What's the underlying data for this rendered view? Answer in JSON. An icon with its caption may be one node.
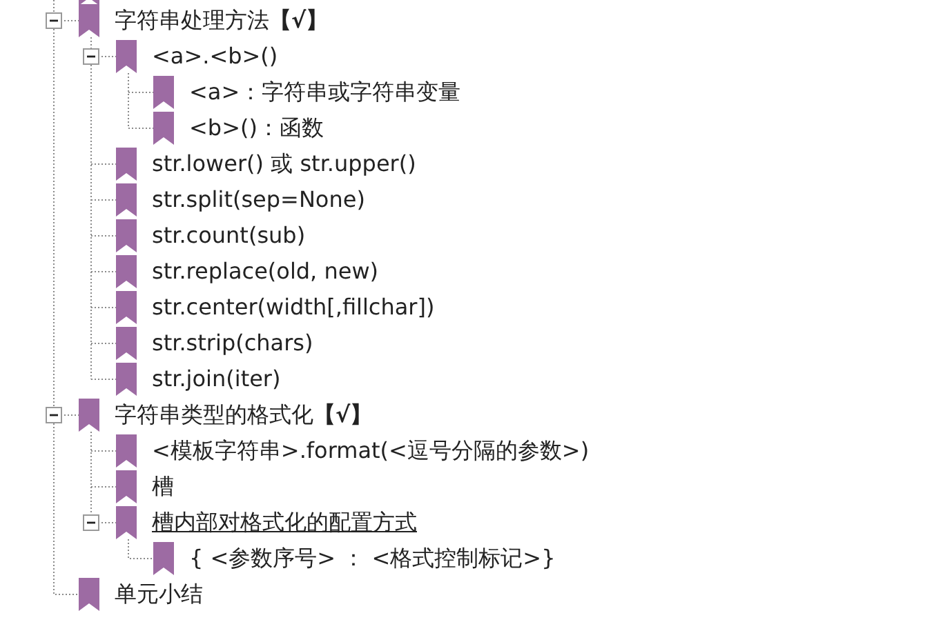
{
  "diagram": {
    "nodes": [
      {
        "text": [
          "字符串处理方法**【√】**"
        ]
      },
      {
        "text": [
          "<a>.<b>()"
        ]
      },
      {
        "text": [
          "<a>：字符串或字符串变量"
        ]
      },
      {
        "text": [
          "<b>()：函数"
        ]
      },
      {
        "text": [
          "str.lower() 或 str.upper()"
        ]
      },
      {
        "text": [
          "str.split(sep=None)"
        ]
      },
      {
        "text": [
          "str.count(sub)"
        ]
      },
      {
        "text": [
          "str.replace(old, new)"
        ]
      },
      {
        "text": [
          "str.center(width[,fillchar])"
        ]
      },
      {
        "text": [
          "str.strip(chars)"
        ]
      },
      {
        "text": [
          "str.join(iter)"
        ]
      },
      {
        "text": [
          "字符串类型的格式化**【√】**"
        ]
      },
      {
        "text": [
          "<模板字符串>.format(<逗号分隔的参数>)"
        ]
      },
      {
        "text": [
          "槽"
        ]
      },
      {
        "text": [
          "槽内部对格式化的配置方式"
        ]
      },
      {
        "text": [
          "{ <参数序号> ： <格式控制标记>}"
        ]
      },
      {
        "text": [
          "单元小结"
        ]
      }
    ],
    "edges": [
      {
        "from": null,
        "to": 0,
        "arrow": "none"
      },
      {
        "from": 0,
        "to": 1,
        "arrow": "none"
      },
      {
        "from": 1,
        "to": 2,
        "arrow": "none"
      },
      {
        "from": 1,
        "to": 3,
        "arrow": "none"
      },
      {
        "from": 0,
        "to": 4,
        "arrow": "none"
      },
      {
        "from": 0,
        "to": 5,
        "arrow": "none"
      },
      {
        "from": 0,
        "to": 6,
        "arrow": "none"
      },
      {
        "from": 0,
        "to": 7,
        "arrow": "none"
      },
      {
        "from": 0,
        "to": 8,
        "arrow": "none"
      },
      {
        "from": 0,
        "to": 9,
        "arrow": "none"
      },
      {
        "from": 0,
        "to": 10,
        "arrow": "none"
      },
      {
        "from": 0,
        "to": 11,
        "arrow": "none"
      },
      {
        "from": 11,
        "to": 12,
        "arrow": "none"
      },
      {
        "from": 11,
        "to": 13,
        "arrow": "none"
      },
      {
        "from": 11,
        "to": 14,
        "arrow": "none"
      },
      {
        "from": 14,
        "to": 15,
        "arrow": "none"
      },
      {
        "from": 11,
        "to": 16,
        "arrow": "none"
      }
    ]
  }
}
